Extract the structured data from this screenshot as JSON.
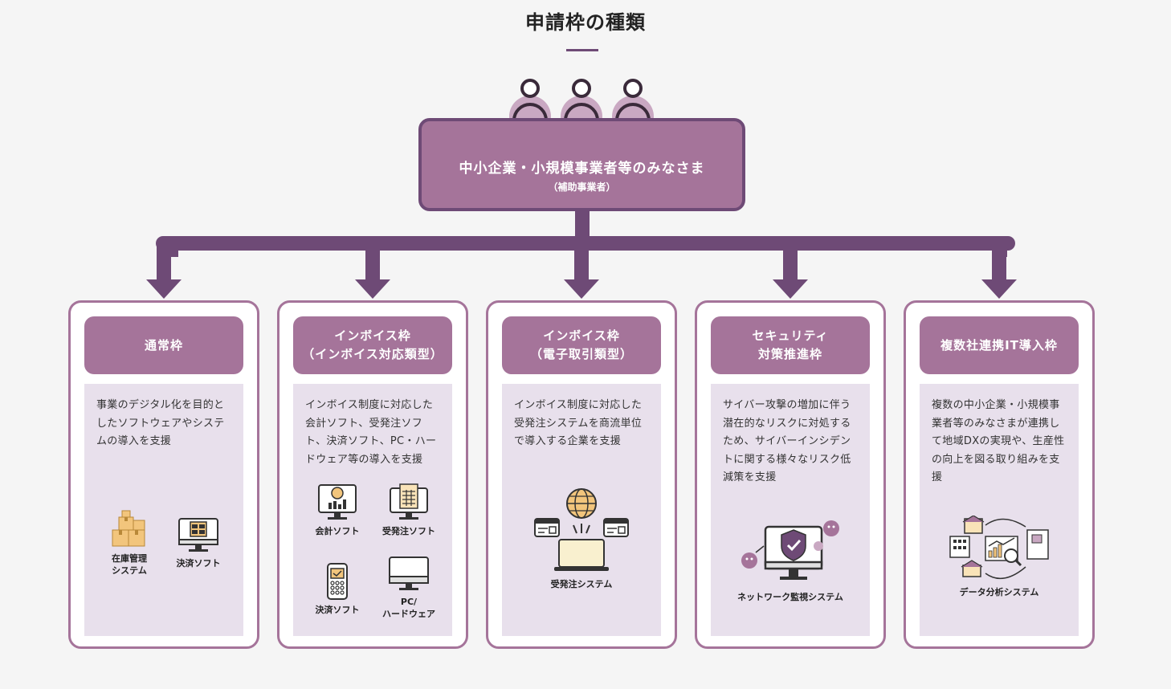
{
  "page": {
    "title": "申請枠の種類"
  },
  "top": {
    "title": "中小企業・小規模事業者等のみなさま",
    "subtitle": "（補助事業者）"
  },
  "cards": [
    {
      "head": [
        "通常枠"
      ],
      "desc": "事業のデジタル化を目的としたソフトウェアやシステムの導入を支援",
      "icons": [
        {
          "name": "boxes-icon",
          "label": [
            "在庫管理",
            "システム"
          ]
        },
        {
          "name": "calculator-monitor-icon",
          "label": [
            "決済ソフト"
          ]
        }
      ]
    },
    {
      "head": [
        "インボイス枠",
        "（インボイス対応類型）"
      ],
      "desc": "インボイス制度に対応した会計ソフト、受発注ソフト、決済ソフト、PC・ハードウェア等の導入を支援",
      "icons": [
        {
          "name": "accounting-monitor-icon",
          "label": [
            "会計ソフト"
          ]
        },
        {
          "name": "order-monitor-icon",
          "label": [
            "受発注ソフト"
          ]
        },
        {
          "name": "payment-terminal-icon",
          "label": [
            "決済ソフト"
          ]
        },
        {
          "name": "desktop-pc-icon",
          "label": [
            "PC/",
            "ハードウェア"
          ]
        }
      ]
    },
    {
      "head": [
        "インボイス枠",
        "（電子取引類型）"
      ],
      "desc": "インボイス制度に対応した受発注システムを商流単位で導入する企業を支援",
      "icons": [
        {
          "name": "globe-laptop-icon",
          "label": [
            "受発注システム"
          ]
        }
      ]
    },
    {
      "head": [
        "セキュリティ",
        "対策推進枠"
      ],
      "desc": "サイバー攻撃の増加に伴う潜在的なリスクに対処するため、サイバーインシデントに関する様々なリスク低減策を支援",
      "icons": [
        {
          "name": "shield-monitor-icon",
          "label": [
            "ネットワーク監視システム"
          ]
        }
      ]
    },
    {
      "head": [
        "複数社連携IT導入枠"
      ],
      "desc": "複数の中小企業・小規模事業者等のみなさまが連携して地域DXの実現や、生産性の向上を図る取り組みを支援",
      "icons": [
        {
          "name": "data-analysis-icon",
          "label": [
            "データ分析システム"
          ]
        }
      ]
    }
  ],
  "colors": {
    "accent": "#a5749a",
    "dark": "#6e4a76",
    "body": "#e8e0ec",
    "icon": "#f2c57c"
  }
}
